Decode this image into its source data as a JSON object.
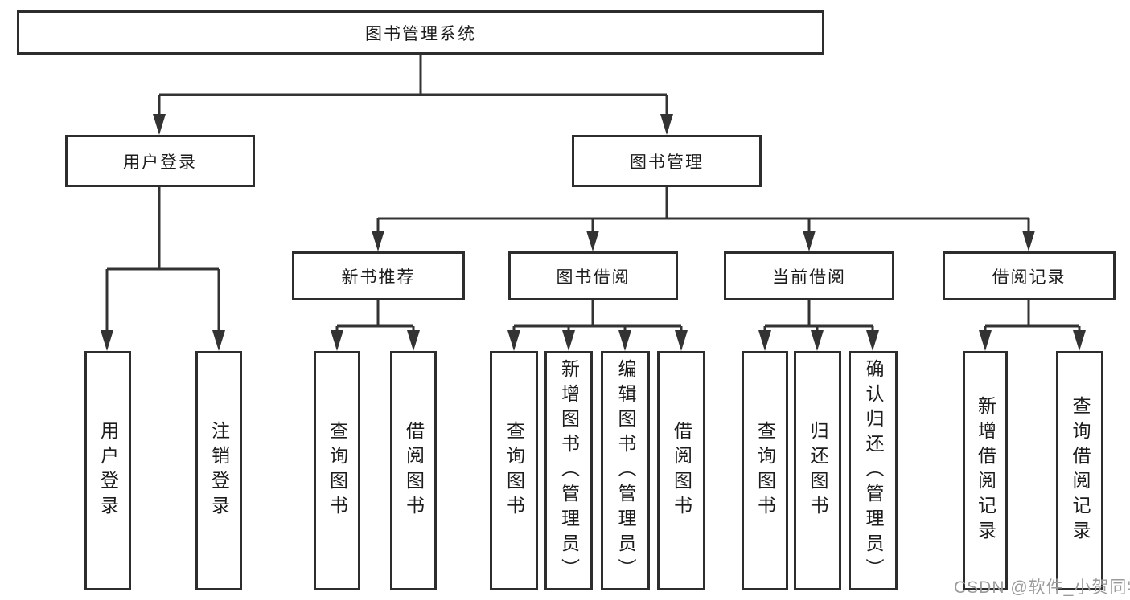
{
  "diagram": {
    "kind": "hierarchy-tree",
    "line_color": "#333333",
    "box_border_color": "#2d2d2d",
    "box_fill_color": "#ffffff",
    "text_color": "#1c1c1c",
    "nodes": {
      "root": "图书管理系统",
      "l2": [
        "用户登录",
        "图书管理"
      ],
      "l3": [
        "新书推荐",
        "图书借阅",
        "当前借阅",
        "借阅记录"
      ],
      "leaves": [
        "用户登录",
        "注销登录",
        "查询图书",
        "借阅图书",
        "查询图书",
        "新增图书（管理员）",
        "编辑图书（管理员）",
        "借阅图书",
        "查询图书",
        "归还图书",
        "确认归还（管理员）",
        "新增借阅记录",
        "查询借阅记录"
      ]
    },
    "hierarchy": {
      "图书管理系统": [
        "用户登录",
        "图书管理"
      ],
      "用户登录": [
        "用户登录",
        "注销登录"
      ],
      "图书管理": [
        "新书推荐",
        "图书借阅",
        "当前借阅",
        "借阅记录"
      ],
      "新书推荐": [
        "查询图书",
        "借阅图书"
      ],
      "图书借阅": [
        "查询图书",
        "新增图书（管理员）",
        "编辑图书（管理员）",
        "借阅图书"
      ],
      "当前借阅": [
        "查询图书",
        "归还图书",
        "确认归还（管理员）"
      ],
      "借阅记录": [
        "新增借阅记录",
        "查询借阅记录"
      ]
    }
  },
  "watermark": {
    "text": "CSDN @软件_小贺同学",
    "color": "#9a9a9a"
  }
}
